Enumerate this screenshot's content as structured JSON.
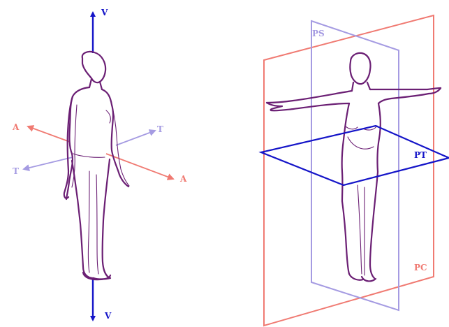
{
  "colors": {
    "vertical_axis": "#1414c8",
    "anteroposterior": "#f07a72",
    "transverse": "#a59be2",
    "plane_sagittal": "#a59be2",
    "plane_coronal": "#f07a72",
    "plane_transverse": "#1414c8",
    "body_outline": "#6b1f74",
    "background": "#ffffff"
  },
  "left_figure": {
    "axis_vertical_top_label": "V",
    "axis_vertical_bottom_label": "V",
    "axis_anteroposterior_front_label": "A",
    "axis_anteroposterior_back_label": "A",
    "axis_transverse_right_label": "T",
    "axis_transverse_left_label": "T"
  },
  "right_figure": {
    "sagittal_plane_label": "PS",
    "transverse_plane_label": "PT",
    "coronal_plane_label": "PC"
  }
}
